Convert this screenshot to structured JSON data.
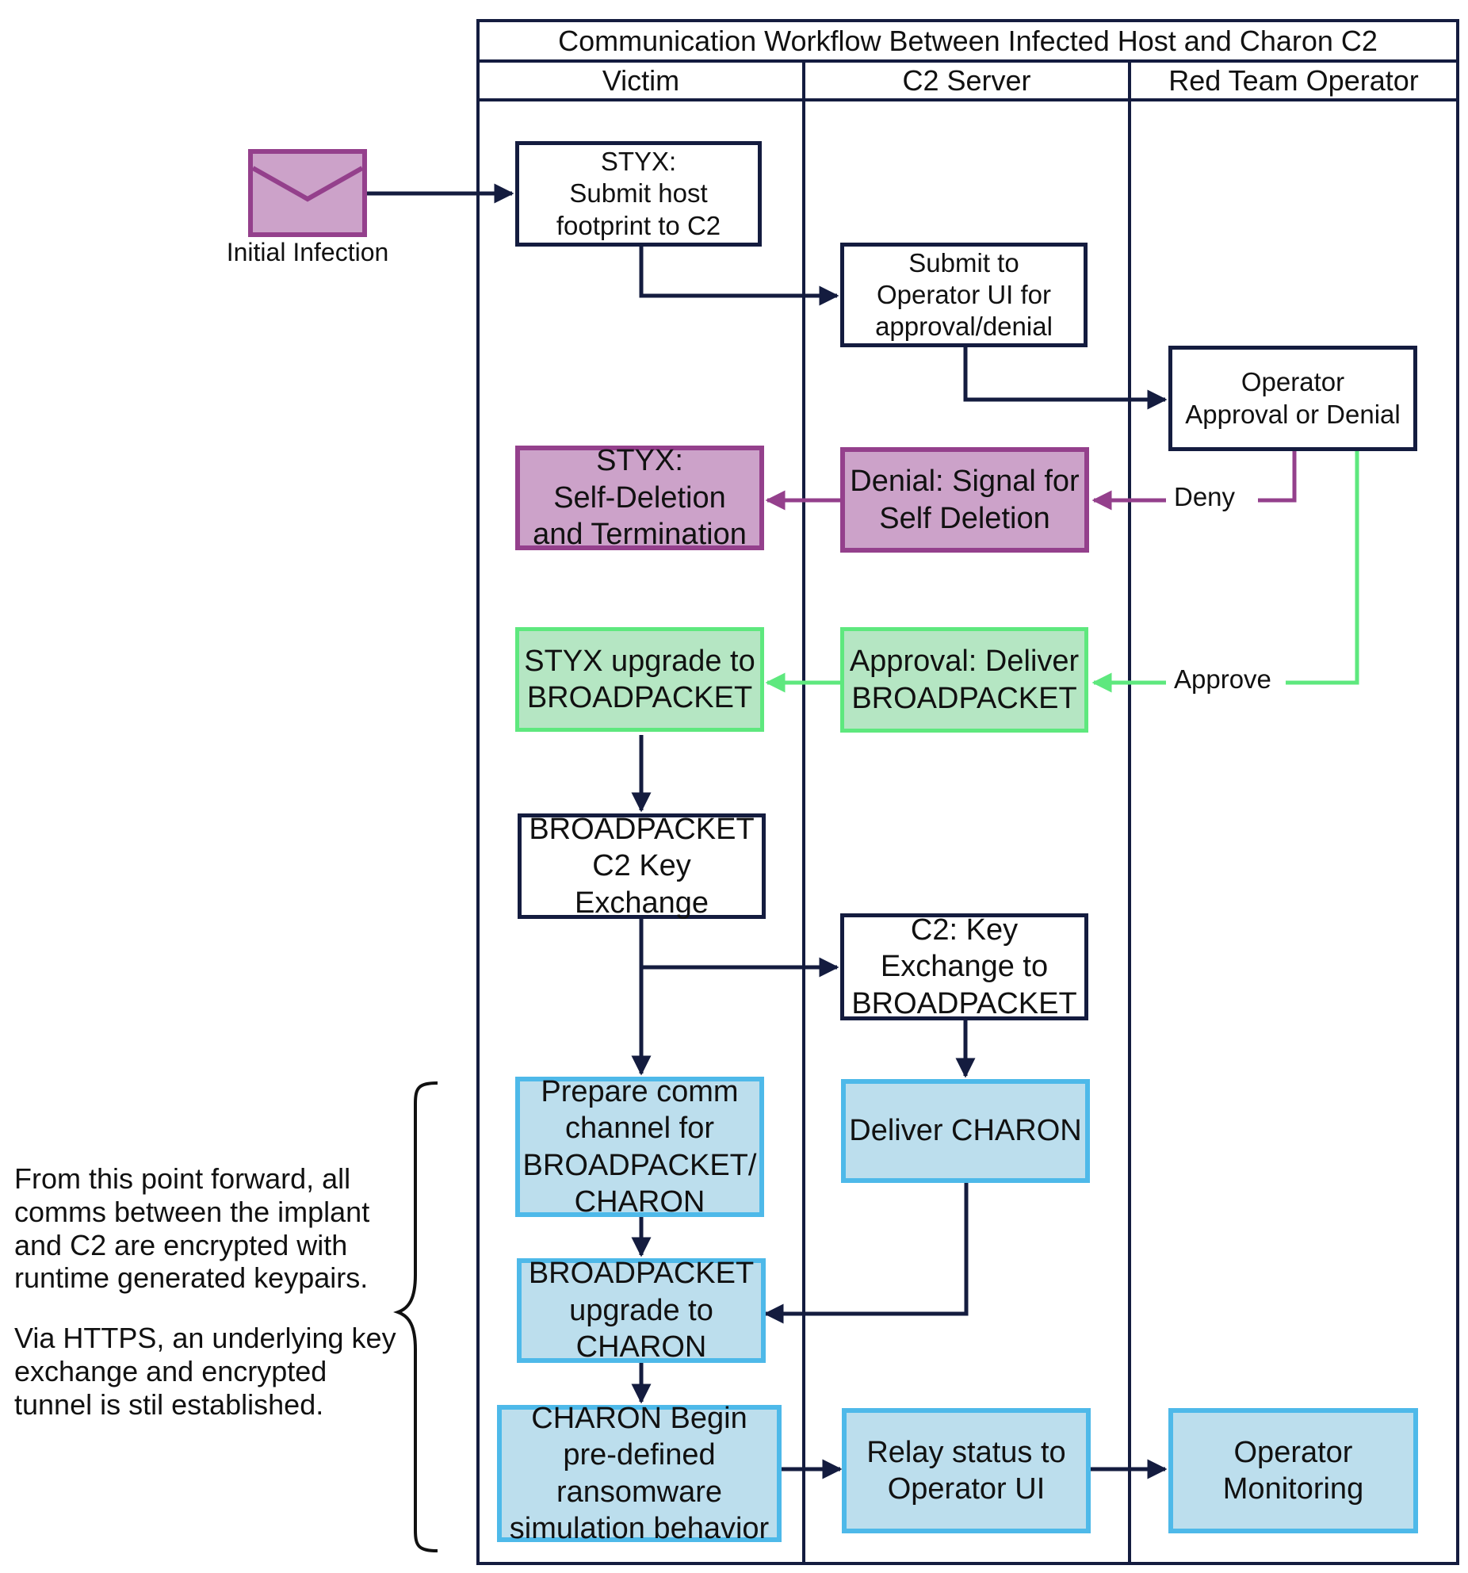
{
  "title": "Communication Workflow Between Infected Host and Charon C2",
  "lanes": [
    "Victim",
    "C2 Server",
    "Red Team Operator"
  ],
  "initial_infection": {
    "label": "Initial Infection",
    "icon": "envelope-icon"
  },
  "nodes": {
    "styx_submit": [
      "STYX:",
      "Submit host",
      "footprint to C2"
    ],
    "submit_operator_ui": [
      "Submit to",
      "Operator UI for",
      "approval/denial"
    ],
    "operator_decision": [
      "Operator",
      "Approval or Denial"
    ],
    "styx_self_delete": [
      "STYX:",
      "Self-Deletion",
      "and Termination"
    ],
    "denial_signal": [
      "Denial: Signal for",
      "Self Deletion"
    ],
    "styx_upgrade": [
      "STYX upgrade to",
      "BROADPACKET"
    ],
    "approval_deliver": [
      "Approval: Deliver",
      "BROADPACKET"
    ],
    "bp_key_exchange": [
      "BROADPACKET",
      "C2 Key Exchange"
    ],
    "c2_key_exchange": [
      "C2: Key",
      "Exchange to",
      "BROADPACKET"
    ],
    "prepare_channel": [
      "Prepare comm",
      "channel for",
      "BROADPACKET/",
      "CHARON"
    ],
    "deliver_charon": [
      "Deliver CHARON"
    ],
    "bp_upgrade_charon": [
      "BROADPACKET",
      "upgrade to",
      "CHARON"
    ],
    "charon_begin": [
      "CHARON Begin",
      "pre-defined",
      "ransomware",
      "simulation behavior"
    ],
    "relay_status": [
      "Relay status to",
      "Operator UI"
    ],
    "operator_monitoring": [
      "Operator",
      "Monitoring"
    ]
  },
  "edge_labels": {
    "deny": "Deny",
    "approve": "Approve"
  },
  "note": [
    "From this point forward, all comms between the implant and C2 are encrypted with runtime generated keypairs.",
    "Via HTTPS, an underlying key exchange and encrypted tunnel is stil established."
  ],
  "colors": {
    "navy": "#141c3f",
    "purple_border": "#94408c",
    "purple_fill": "#cca2c9",
    "green_border": "#5ee87e",
    "green_fill": "#b5e6c3",
    "blue_border": "#4eb9e9",
    "blue_fill": "#bcdeed"
  }
}
